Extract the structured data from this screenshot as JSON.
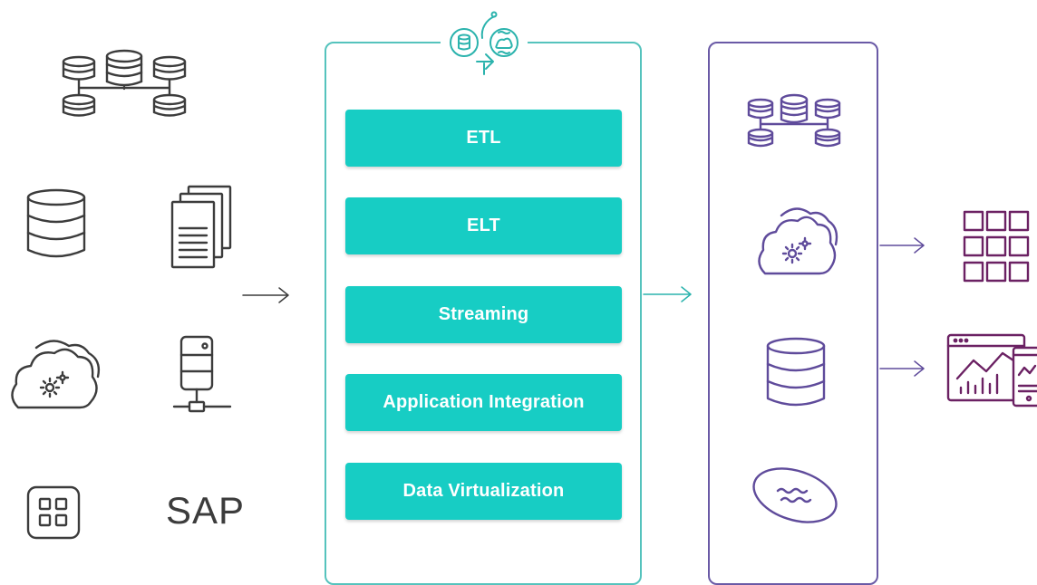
{
  "integration_styles": [
    {
      "label": "ETL"
    },
    {
      "label": "ELT"
    },
    {
      "label": "Streaming"
    },
    {
      "label": "Application Integration"
    },
    {
      "label": "Data Virtualization"
    }
  ],
  "sources": {
    "sap_label": "SAP"
  },
  "icons": {
    "source_icons": [
      "distributed-database-icon",
      "database-icon",
      "documents-icon",
      "cloud-gear-icon",
      "server-icon",
      "app-grid-icon",
      "sap-logo"
    ],
    "target_icons": [
      "distributed-database-icon",
      "cloud-gear-icon",
      "database-icon",
      "data-lake-icon"
    ],
    "consumer_icons": [
      "grid-table-icon",
      "analytics-dashboard-icon"
    ]
  },
  "colors": {
    "teal": "#17cdc4",
    "teal_border": "#55c3bd",
    "purple": "#6a5aa6",
    "plum": "#6b2163",
    "gray": "#3c3c3c"
  }
}
